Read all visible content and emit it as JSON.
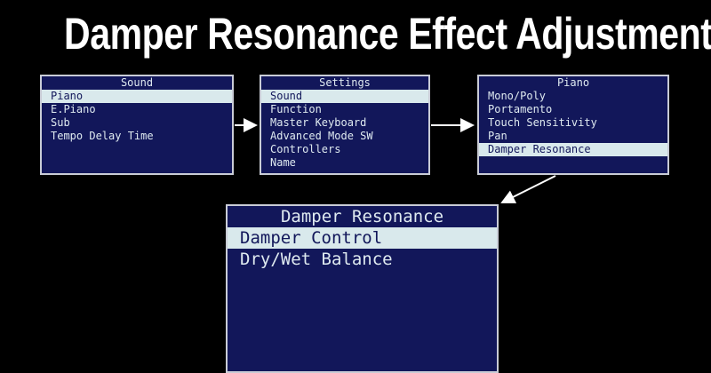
{
  "title": "Damper Resonance Effect Adjustment",
  "panels": [
    {
      "header": "Sound",
      "items": [
        "Piano",
        "E.Piano",
        "Sub",
        "Tempo Delay Time"
      ],
      "selected": 0
    },
    {
      "header": "Settings",
      "items": [
        "Sound",
        "Function",
        "Master Keyboard",
        "Advanced Mode SW",
        "Controllers",
        "Name"
      ],
      "selected": 0
    },
    {
      "header": "Piano",
      "items": [
        "Mono/Poly",
        "Portamento",
        "Touch Sensitivity",
        "Pan",
        "Damper Resonance"
      ],
      "selected": 4
    },
    {
      "header": "Damper Resonance",
      "items": [
        "Damper Control",
        "Dry/Wet Balance"
      ],
      "selected": 0
    }
  ]
}
